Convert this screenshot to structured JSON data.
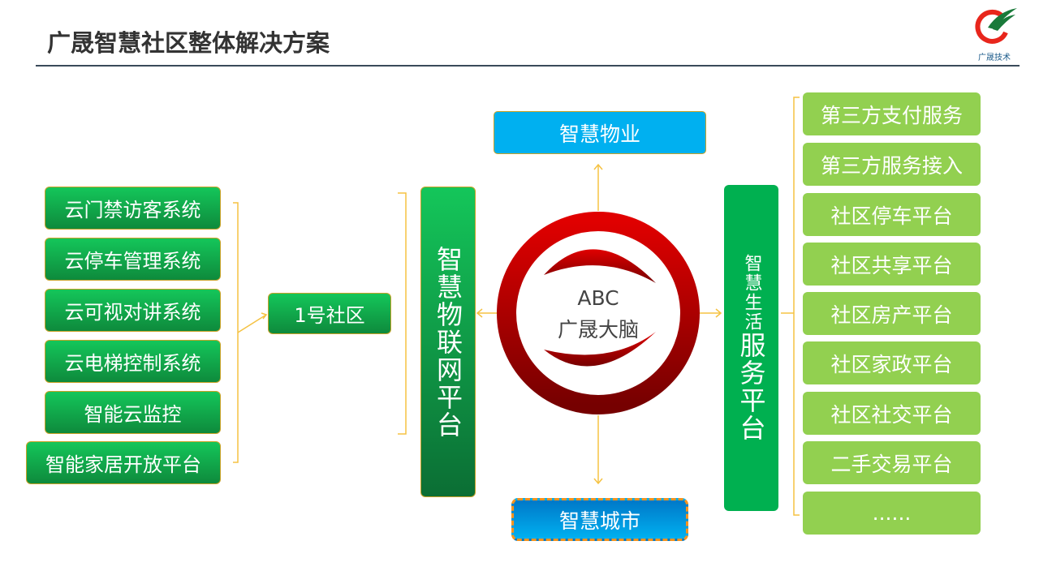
{
  "title": "广晟智慧社区整体解决方案",
  "logo": {
    "text": "广晟技术"
  },
  "left_systems": [
    "云门禁访客系统",
    "云停车管理系统",
    "云可视对讲系统",
    "云电梯控制系统",
    "智能云监控",
    "智能家居开放平台"
  ],
  "community": "1号社区",
  "iot_platform": "智慧物联网平台",
  "brain": {
    "line1": "ABC",
    "line2": "广晟大脑"
  },
  "top_box": "智慧物业",
  "bottom_box": "智慧城市",
  "life_platform": {
    "small": "智慧生活",
    "large": "服务平台"
  },
  "right_services": [
    "第三方支付服务",
    "第三方服务接入",
    "社区停车平台",
    "社区共享平台",
    "社区房产平台",
    "社区家政平台",
    "社区社交平台",
    "二手交易平台",
    "......"
  ],
  "colors": {
    "green": "#0e9a45",
    "light_green": "#92d050",
    "cyan": "#00b0f0",
    "red": "#d40000",
    "line": "#f5c242"
  }
}
